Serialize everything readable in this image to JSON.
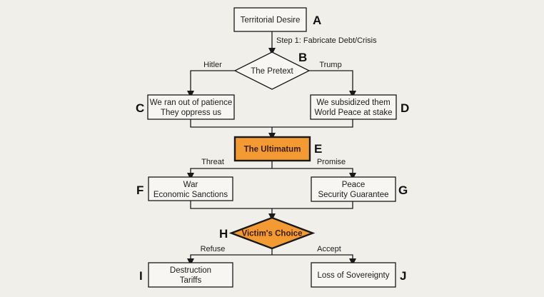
{
  "colors": {
    "background": "#f1efea",
    "box_fill": "#f7f6f2",
    "stroke": "#1a1a1a",
    "highlight_fill": "#f39b32",
    "highlight_text": "#3a1c05"
  },
  "nodes": {
    "A": {
      "letter": "A",
      "lines": [
        "Territorial Desire"
      ]
    },
    "B": {
      "letter": "B",
      "lines": [
        "The Pretext"
      ]
    },
    "C": {
      "letter": "C",
      "lines": [
        "We ran out of patience",
        "They oppress us"
      ]
    },
    "D": {
      "letter": "D",
      "lines": [
        "We subsidized them",
        "World Peace at stake"
      ]
    },
    "E": {
      "letter": "E",
      "lines": [
        "The Ultimatum"
      ]
    },
    "F": {
      "letter": "F",
      "lines": [
        "War",
        "Economic Sanctions"
      ]
    },
    "G": {
      "letter": "G",
      "lines": [
        "Peace",
        "Security Guarantee"
      ]
    },
    "H": {
      "letter": "H",
      "lines": [
        "Victim's Choice"
      ]
    },
    "I": {
      "letter": "I",
      "lines": [
        "Destruction",
        "Tariffs"
      ]
    },
    "J": {
      "letter": "J",
      "lines": [
        "Loss of Sovereignty"
      ]
    }
  },
  "edges": {
    "a_to_b": "Step 1: Fabricate Debt/Crisis",
    "b_to_c": "Hitler",
    "b_to_d": "Trump",
    "e_to_f": "Threat",
    "e_to_g": "Promise",
    "h_to_i": "Refuse",
    "h_to_j": "Accept"
  }
}
